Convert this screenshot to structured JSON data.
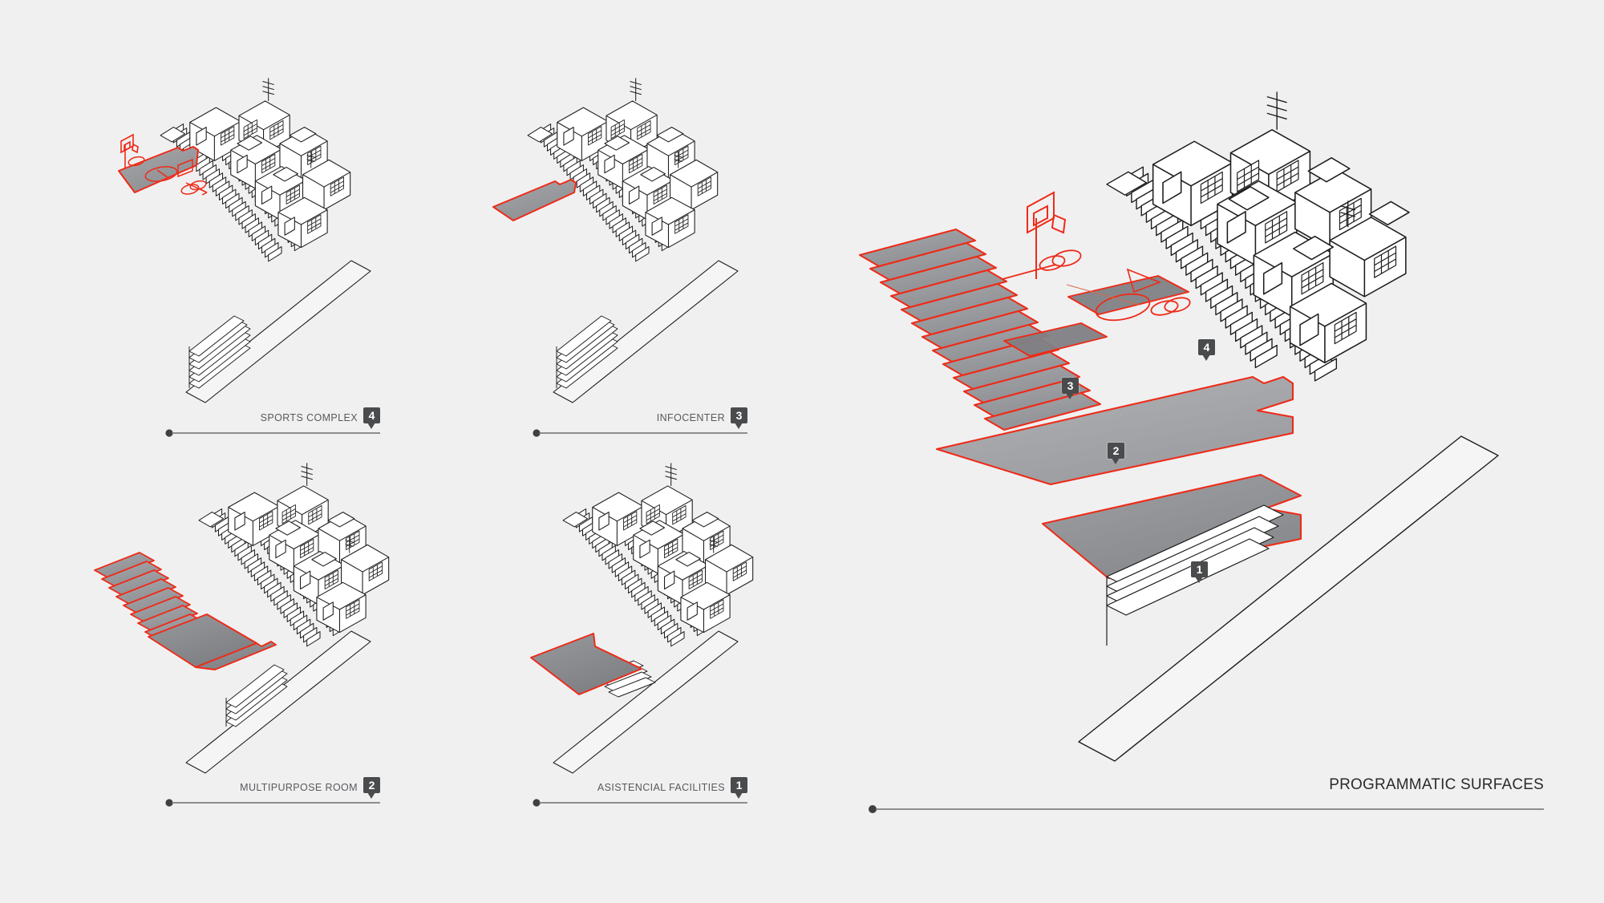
{
  "document": {
    "kind": "architectural-isometric-diagram-board",
    "background_color": "#f0f0f1",
    "accent_color": "#ee2b18",
    "surface_fill_color": "#9a9a9e",
    "line_color": "#1d1d1d",
    "pin_color": "#4a4b4d",
    "caption_color": "#58595b"
  },
  "panels": [
    {
      "id": "sports-complex",
      "caption": "SPORTS COMPLEX",
      "number": "4",
      "position": "top-left",
      "surface": "basketball court platform with hoop and court markings"
    },
    {
      "id": "infocenter",
      "caption": "INFOCENTER",
      "number": "3",
      "position": "top-center",
      "surface": "small rectangular deck platform"
    },
    {
      "id": "multipurpose-room",
      "caption": "MULTIPURPOSE ROOM",
      "number": "2",
      "position": "bottom-left",
      "surface": "stepped terrace seating plus large flat plaza"
    },
    {
      "id": "asistencial-facilities",
      "caption": "ASISTENCIAL FACILITIES",
      "number": "1",
      "position": "bottom-center",
      "surface": "large flat rectangular platform at street level"
    }
  ],
  "main": {
    "caption": "PROGRAMMATIC SURFACES",
    "pins": [
      {
        "number": "1",
        "label": "ASISTENCIAL FACILITIES"
      },
      {
        "number": "2",
        "label": "MULTIPURPOSE ROOM"
      },
      {
        "number": "3",
        "label": "INFOCENTER"
      },
      {
        "number": "4",
        "label": "SPORTS COMPLEX"
      }
    ],
    "elements": [
      "stepped amphitheatre terraces",
      "basketball hoop",
      "court markings",
      "stacked cubic housing blocks",
      "connecting stair runs",
      "street band"
    ]
  },
  "chart_data": {
    "type": "diagram",
    "title": "PROGRAMMATIC SURFACES",
    "categories": [
      "ASISTENCIAL FACILITIES",
      "MULTIPURPOSE ROOM",
      "INFOCENTER",
      "SPORTS COMPLEX"
    ],
    "values": [
      1,
      2,
      3,
      4
    ],
    "legend_position": "bottom-right",
    "notes": "Four exploded isometric studies (one per programmatic surface) with a combined assembly view at right."
  }
}
